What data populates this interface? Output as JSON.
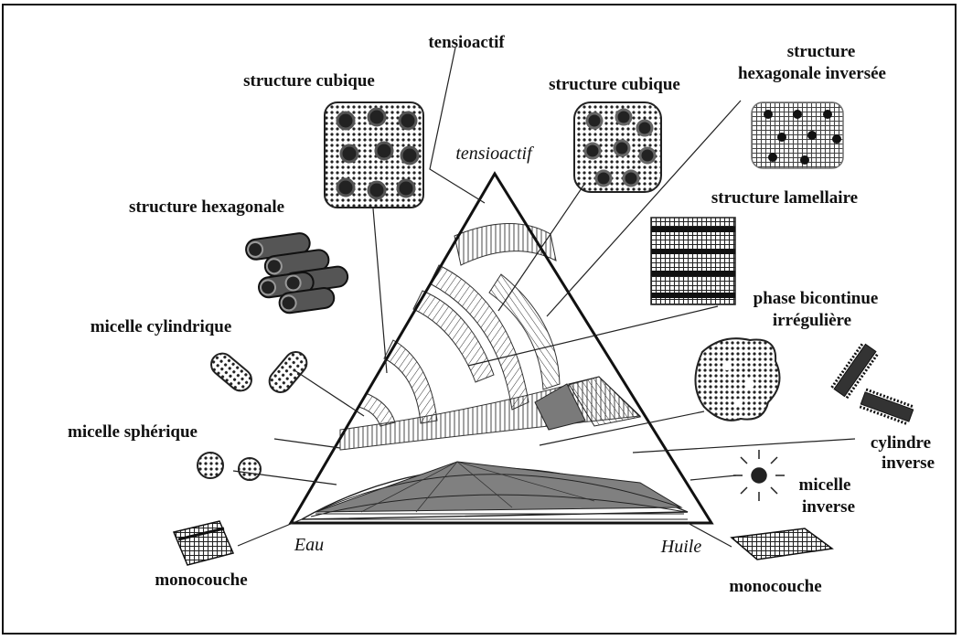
{
  "vertices": {
    "top": "tensioactif",
    "left": "Eau",
    "right": "Huile"
  },
  "labels": {
    "tensioactif": "tensioactif",
    "cubique_left": "structure cubique",
    "cubique_right": "structure cubique",
    "hex_inv_1": "structure",
    "hex_inv_2": "hexagonale inversée",
    "lamellaire": "structure lamellaire",
    "hexagonale": "structure hexagonale",
    "bicontinue_1": "phase bicontinue",
    "bicontinue_2": "irrégulière",
    "micelle_cyl": "micelle cylindrique",
    "micelle_sph": "micelle sphérique",
    "cyl_inv_1": "cylindre",
    "cyl_inv_2": "inverse",
    "micelle_inv_1": "micelle",
    "micelle_inv_2": "inverse",
    "monocouche_left": "monocouche",
    "monocouche_right": "monocouche"
  },
  "colors": {
    "line": "#111111",
    "shading": "#707070",
    "background": "#ffffff"
  }
}
